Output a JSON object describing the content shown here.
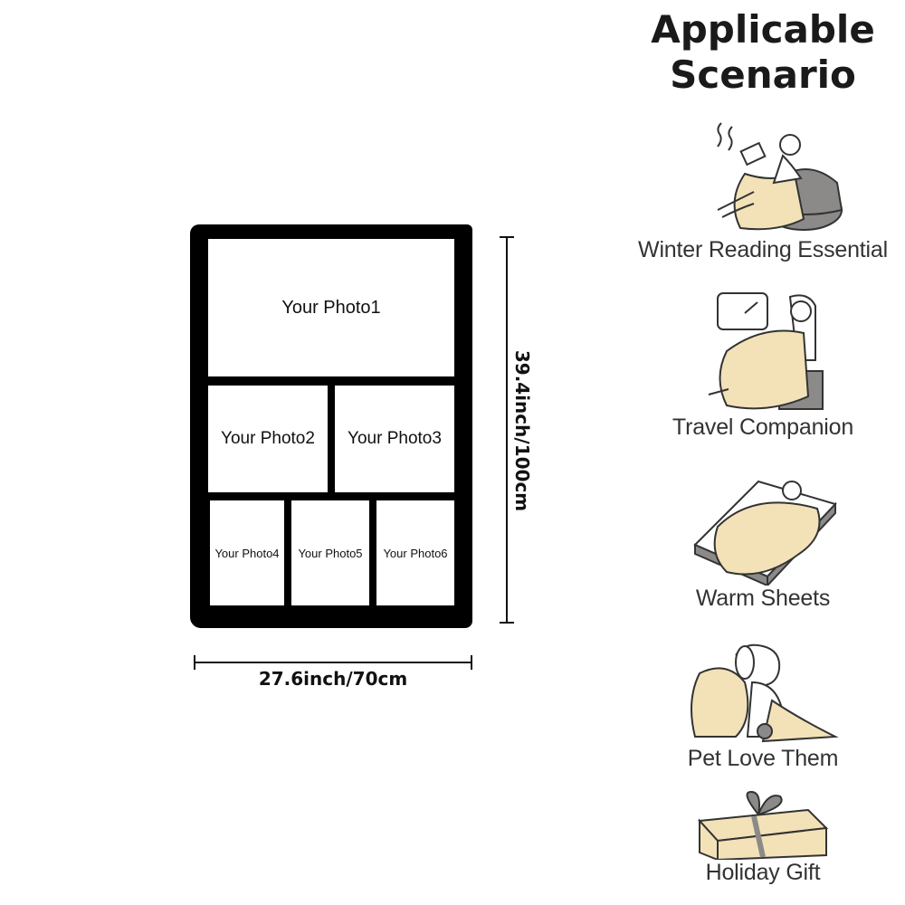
{
  "blanket": {
    "photos": [
      "Your Photo1",
      "Your Photo2",
      "Your Photo3",
      "Your Photo4",
      "Your Photo5",
      "Your Photo6"
    ],
    "width_label": "27.6inch/70cm",
    "height_label": "39.4inch/100cm"
  },
  "section": {
    "title_line1": "Applicable",
    "title_line2": "Scenario"
  },
  "scenarios": [
    {
      "label": "Winter Reading Essential",
      "icon": "reading-person-icon"
    },
    {
      "label": "Travel Companion",
      "icon": "airplane-seat-icon"
    },
    {
      "label": "Warm Sheets",
      "icon": "bed-sleeping-icon"
    },
    {
      "label": "Pet Love Them",
      "icon": "dog-blanket-icon"
    },
    {
      "label": "Holiday Gift",
      "icon": "gift-box-icon"
    }
  ],
  "colors": {
    "blanket_fill": "#f3e2b8",
    "seat_gray": "#8c8a88",
    "frame": "#000000"
  }
}
